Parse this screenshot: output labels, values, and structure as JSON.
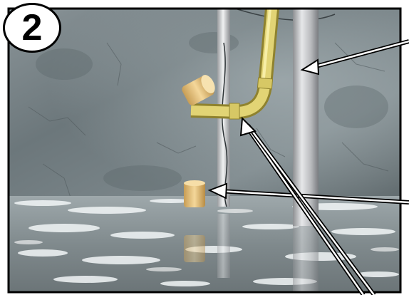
{
  "figure": {
    "step_number": "2",
    "colors": {
      "frame": "#000000",
      "wall": "#6f7a7e",
      "water": "#c9d2d6",
      "pipe": "#c9c6c0",
      "conduit": "#d8c76a",
      "float_switch": "#e3c27a",
      "arrow_fill": "#ffffff",
      "arrow_outline": "#000000"
    },
    "elements": [
      "sump-pit-wall",
      "discharge-pipe",
      "float-switch-upper",
      "float-switch-lower",
      "electrical-conduit",
      "water-surface"
    ]
  }
}
